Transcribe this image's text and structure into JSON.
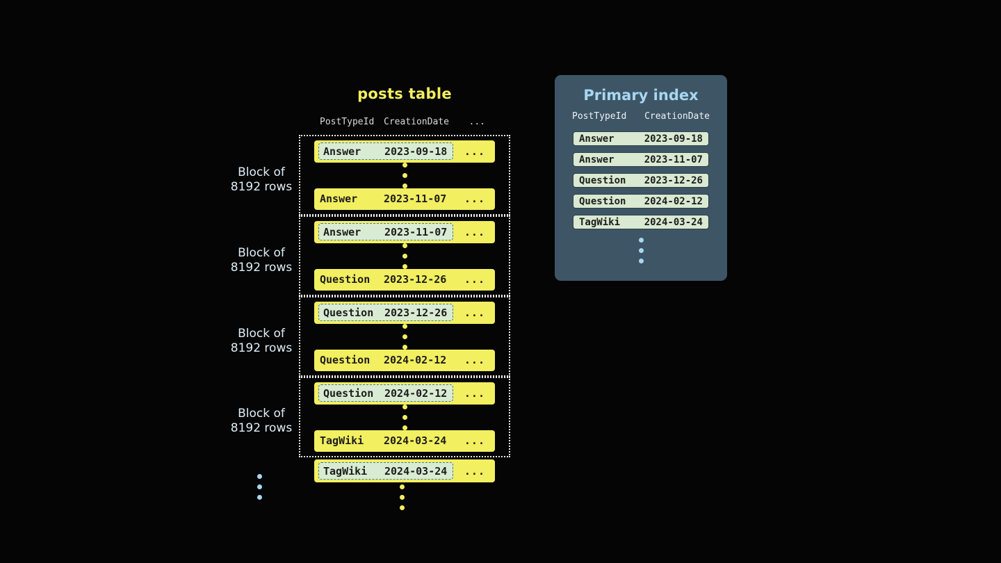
{
  "colors": {
    "background": "#050505",
    "yellow": "#f2ef60",
    "dark_text": "#1d1d1d",
    "chip_bg": "#d9ecd3",
    "chip_border": "#4e797f",
    "dotted_border": "#eaeaea",
    "header_text": "#d9d9d9",
    "label_text": "#ddeef8",
    "panel_bg": "#3e5565",
    "panel_title": "#a7d7f2",
    "panel_header_text": "#eef3f6",
    "index_chip_bg": "#d9e9d2",
    "index_chip_border": "#2d4049",
    "blue_dot": "#a7d7f2"
  },
  "posts_table": {
    "title": "posts table",
    "headers": {
      "col1": "PostTypeId",
      "col2": "CreationDate"
    },
    "ellipsis": "...",
    "blocks": [
      {
        "label_line1": "Block of",
        "label_line2": "8192 rows",
        "first_row": {
          "type": "Answer",
          "date": "2023-09-18"
        },
        "last_row": {
          "type": "Answer",
          "date": "2023-11-07"
        }
      },
      {
        "label_line1": "Block of",
        "label_line2": "8192 rows",
        "first_row": {
          "type": "Answer",
          "date": "2023-11-07"
        },
        "last_row": {
          "type": "Question",
          "date": "2023-12-26"
        }
      },
      {
        "label_line1": "Block of",
        "label_line2": "8192 rows",
        "first_row": {
          "type": "Question",
          "date": "2023-12-26"
        },
        "last_row": {
          "type": "Question",
          "date": "2024-02-12"
        }
      },
      {
        "label_line1": "Block of",
        "label_line2": "8192 rows",
        "first_row": {
          "type": "Question",
          "date": "2024-02-12"
        },
        "last_row": {
          "type": "TagWiki",
          "date": "2024-03-24"
        }
      }
    ],
    "trailing_row": {
      "type": "TagWiki",
      "date": "2024-03-24"
    }
  },
  "primary_index": {
    "title": "Primary index",
    "headers": {
      "col1": "PostTypeId",
      "col2": "CreationDate"
    },
    "rows": [
      {
        "type": "Answer",
        "date": "2023-09-18"
      },
      {
        "type": "Answer",
        "date": "2023-11-07"
      },
      {
        "type": "Question",
        "date": "2023-12-26"
      },
      {
        "type": "Question",
        "date": "2024-02-12"
      },
      {
        "type": "TagWiki",
        "date": "2024-03-24"
      }
    ]
  }
}
